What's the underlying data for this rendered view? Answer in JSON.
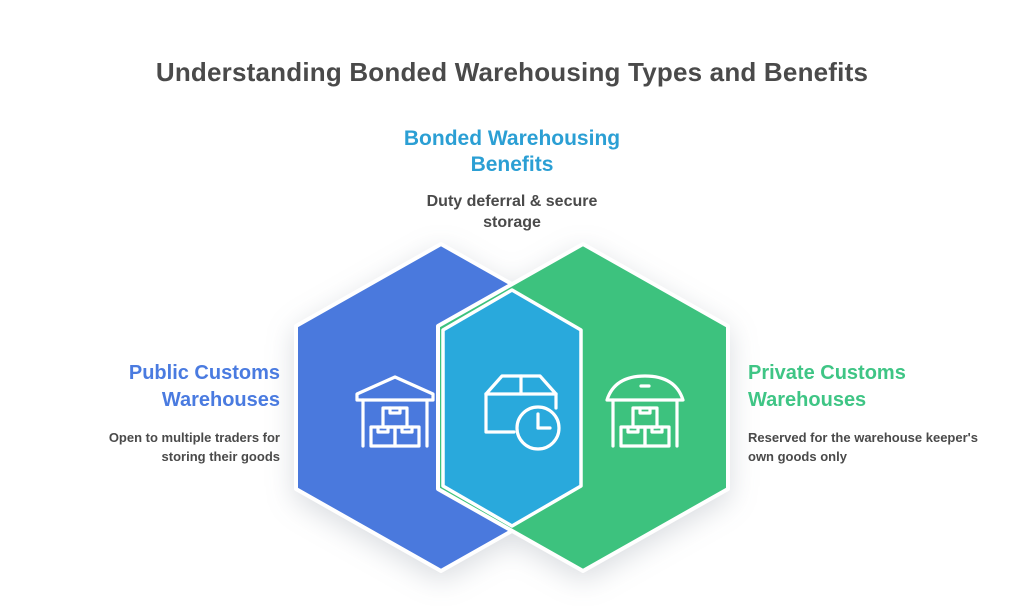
{
  "title": "Understanding Bonded Warehousing Types and Benefits",
  "center": {
    "heading": "Bonded Warehousing\nBenefits",
    "subtitle": "Duty deferral & secure\nstorage"
  },
  "left": {
    "heading": "Public Customs\nWarehouses",
    "description": "Open to multiple traders for\nstoring their goods"
  },
  "right": {
    "heading": "Private Customs\nWarehouses",
    "description": "Reserved for the warehouse keeper's\nown goods only"
  },
  "icons": {
    "left": "warehouse-gable-icon",
    "center": "package-clock-icon",
    "right": "warehouse-dome-icon"
  },
  "colors": {
    "title_gray": "#4a4a4a",
    "body_gray": "#4a4a4a",
    "accent_cyan": "#2b9fd4",
    "accent_blue": "#4a7be0",
    "accent_green": "#3fc585",
    "hex_blue": "#4a79dd",
    "hex_cyan": "#29a9dc",
    "hex_green": "#3dc27e"
  }
}
